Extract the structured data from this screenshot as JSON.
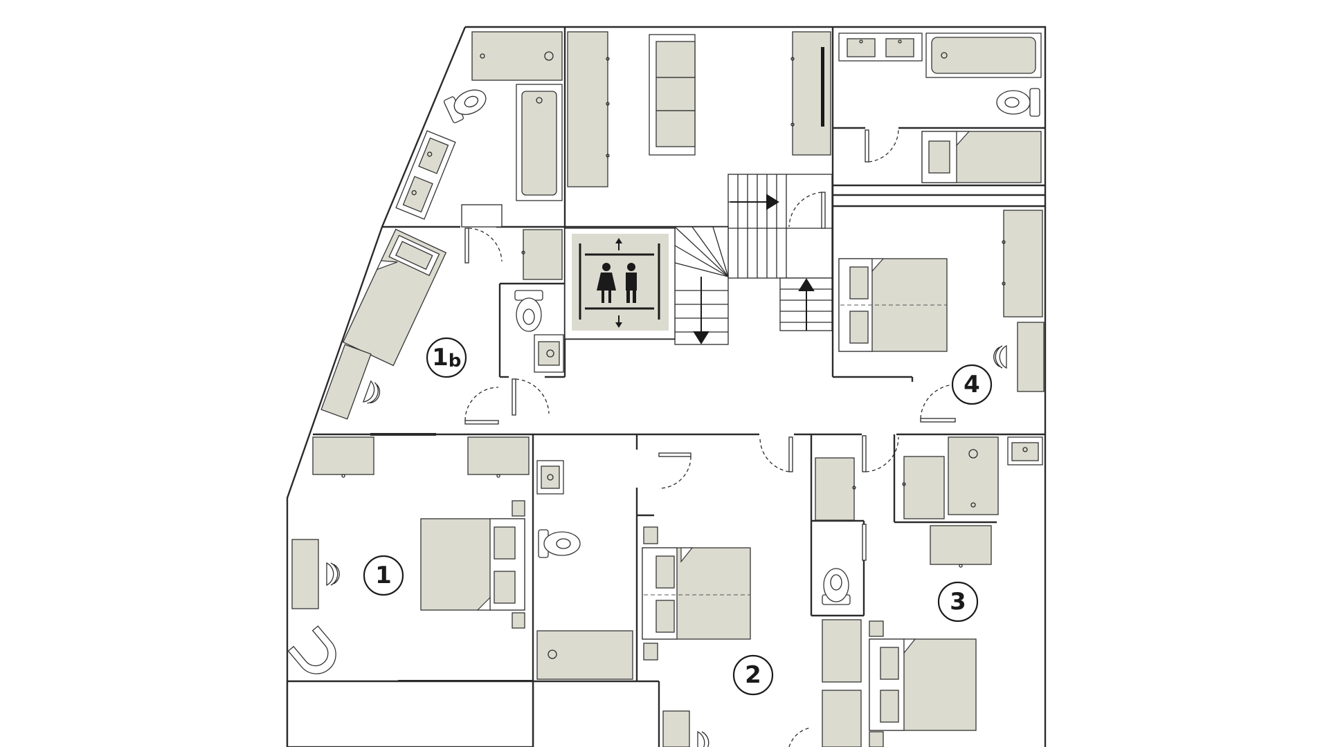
{
  "floorplan": {
    "rooms": [
      {
        "id": "room-1",
        "label": "1"
      },
      {
        "id": "room-1b",
        "label": "1",
        "suffix": "b"
      },
      {
        "id": "room-2",
        "label": "2"
      },
      {
        "id": "room-3",
        "label": "3"
      },
      {
        "id": "room-4",
        "label": "4"
      }
    ]
  },
  "colors": {
    "furniture_fill": "#dcdbd0",
    "wall_stroke": "#2a2a2a",
    "background": "#ffffff"
  },
  "icons": [
    "elevator-icon",
    "stairs-icon",
    "bed-icon",
    "bathtub-icon",
    "toilet-icon",
    "sink-icon",
    "desk-chair-icon"
  ]
}
